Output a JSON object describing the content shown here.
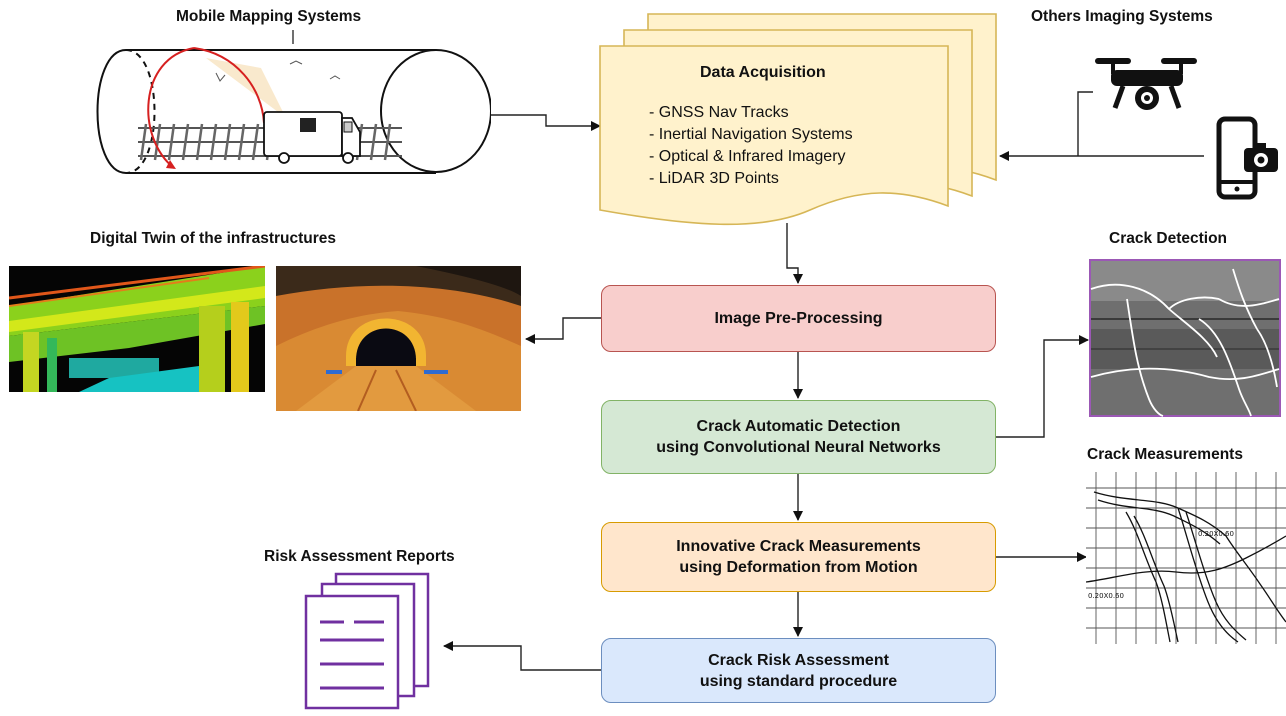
{
  "labels": {
    "mobile_mapping": "Mobile Mapping Systems",
    "others_imaging": "Others Imaging Systems",
    "digital_twin": "Digital Twin of the infrastructures",
    "crack_detection": "Crack Detection",
    "crack_measurements": "Crack Measurements",
    "risk_reports": "Risk Assessment Reports"
  },
  "data_acquisition": {
    "title": "Data Acquisition",
    "items": [
      "- GNSS Nav Tracks",
      "- Inertial Navigation Systems",
      "- Optical & Infrared Imagery",
      "- LiDAR 3D Points"
    ]
  },
  "process": {
    "preprocessing": [
      "Image Pre-Processing"
    ],
    "detection": [
      "Crack Automatic Detection",
      "using Convolutional Neural Networks"
    ],
    "measurements": [
      "Innovative Crack Measurements",
      "using Deformation from Motion"
    ],
    "risk": [
      "Crack Risk Assessment",
      "using standard procedure"
    ]
  },
  "measurement_sheet": {
    "values": [
      "0.20X0.60",
      "0.20X0.60"
    ]
  },
  "colors": {
    "preprocessing_fill": "#f8cecc",
    "preprocessing_stroke": "#b85450",
    "detection_fill": "#d5e8d4",
    "detection_stroke": "#82b366",
    "measurements_fill": "#ffe6cc",
    "measurements_stroke": "#d79b00",
    "risk_fill": "#dae8fc",
    "risk_stroke": "#6c8ebf",
    "doc_fill": "#fff2cc",
    "doc_stroke": "#d6b656",
    "reports_stroke": "#7030a0"
  }
}
